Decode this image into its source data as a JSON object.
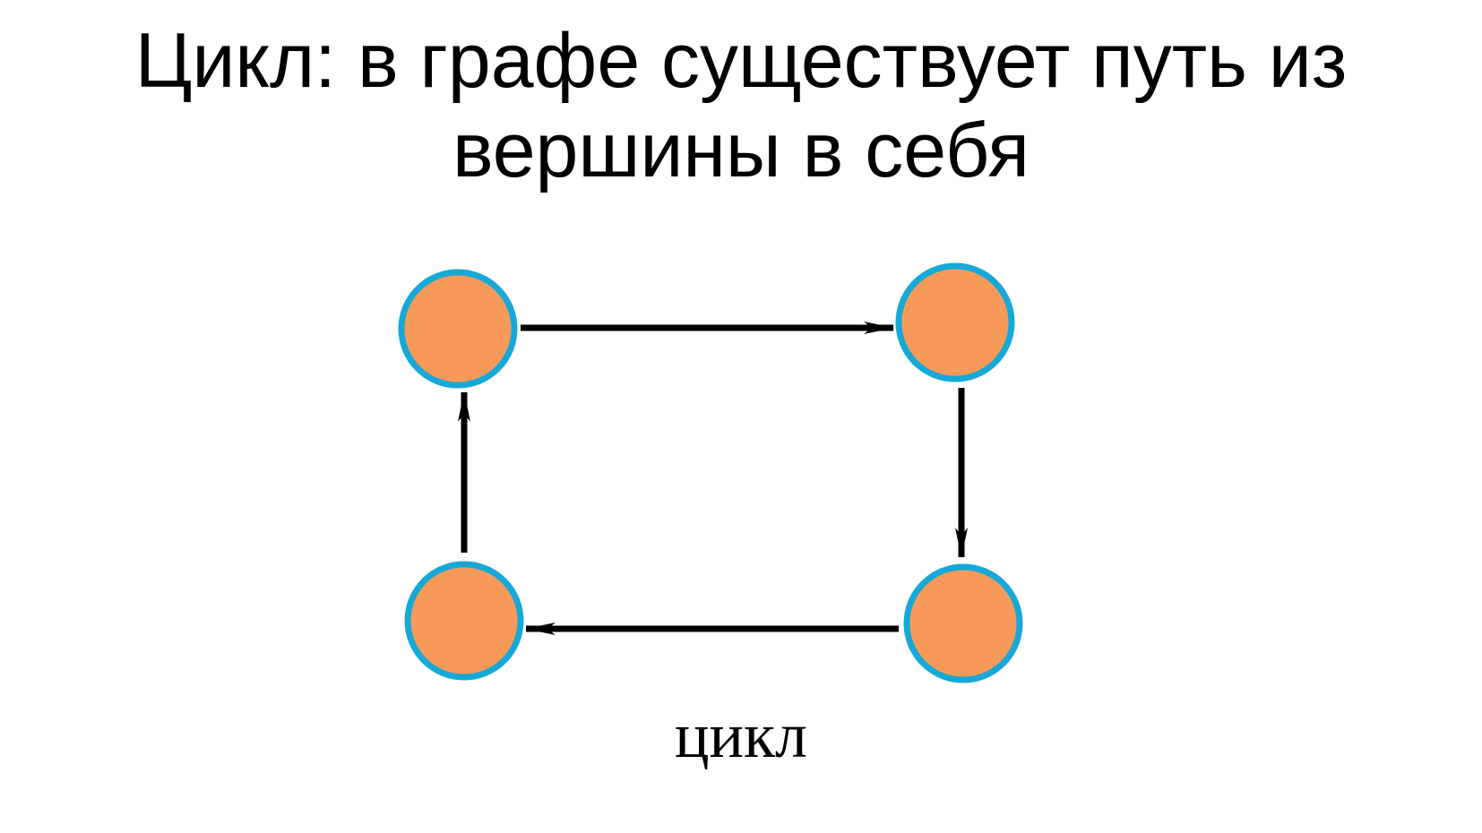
{
  "title": {
    "line1": "Цикл: в графе существует путь из",
    "line2": "вершины в себя"
  },
  "diagram": {
    "caption": "цикл",
    "colors": {
      "node_fill": "#F79A59",
      "node_stroke": "#16A8D6",
      "edge": "#000000",
      "text": "#000000"
    },
    "nodes": [
      {
        "id": "top-left"
      },
      {
        "id": "top-right"
      },
      {
        "id": "bottom-right"
      },
      {
        "id": "bottom-left"
      }
    ],
    "edges": [
      {
        "from": "top-left",
        "to": "top-right"
      },
      {
        "from": "top-right",
        "to": "bottom-right"
      },
      {
        "from": "bottom-right",
        "to": "bottom-left"
      },
      {
        "from": "bottom-left",
        "to": "top-left"
      }
    ]
  }
}
